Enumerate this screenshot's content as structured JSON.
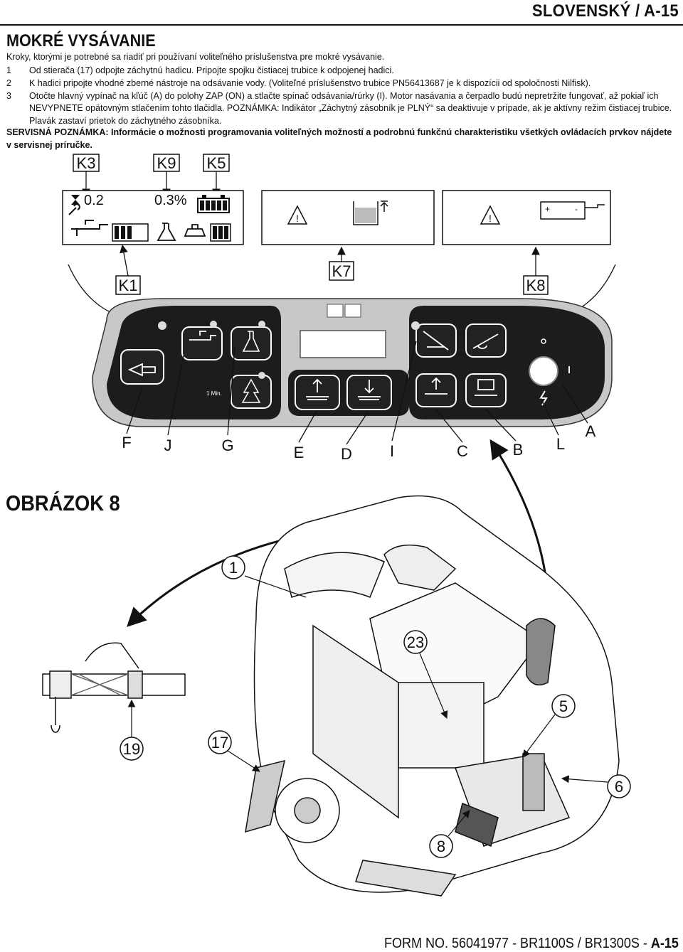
{
  "header": {
    "title": "SLOVENSKÝ / A-15"
  },
  "section": {
    "title": "MOKRÉ VYSÁVANIE",
    "intro": "Kroky, ktorými je potrebné sa riadiť pri používaní voliteľného príslušenstva pre mokré vysávanie.",
    "steps": [
      {
        "num": "1",
        "text": "Od stierača (17) odpojte záchytnú hadicu. Pripojte spojku čistiacej trubice k odpojenej hadici."
      },
      {
        "num": "2",
        "text": "K hadici pripojte vhodné zberné nástroje na odsávanie vody. (Voliteľné príslušenstvo trubice PN56413687 je k dispozícii od spoločnosti Nilfisk)."
      },
      {
        "num": "3",
        "text": "Otočte hlavný vypínač na kľúč (A) do polohy ZAP (ON) a stlačte spínač odsávania/rúrky (I). Motor nasávania a čerpadlo budú nepretržite fungovať, až pokiaľ ich NEVYPNETE opätovným stlačením tohto tlačidla. POZNÁMKA: Indikátor „Záchytný zásobník je PLNÝ“ sa deaktivuje v prípade, ak je aktívny režim čistiacej trubice. Plavák zastaví prietok do záchytného zásobníka."
      }
    ],
    "service_note": "SERVISNÁ POZNÁMKA: Informácie o možnosti programovania voliteľných možností a podrobnú funkčnú charakteristiku všetkých ovládacích prvkov nájdete v servisnej príručke."
  },
  "figure": {
    "title": "OBRÁZOK 8",
    "display": {
      "left_value": "0.2",
      "right_value": "0.3%"
    },
    "labels": {
      "k3": "K3",
      "k9": "K9",
      "k5": "K5",
      "k1": "K1",
      "k7": "K7",
      "k8": "K8",
      "f": "F",
      "j": "J",
      "g": "G",
      "e": "E",
      "d": "D",
      "i": "I",
      "c": "C",
      "b": "B",
      "l": "L",
      "a": "A",
      "one_min": "1 Min."
    },
    "callouts": [
      "1",
      "23",
      "5",
      "6",
      "8",
      "19",
      "17"
    ]
  },
  "footer": {
    "prefix": "FORM NO. 56041977 - BR1100S / BR1300S - ",
    "page": "A-15"
  }
}
